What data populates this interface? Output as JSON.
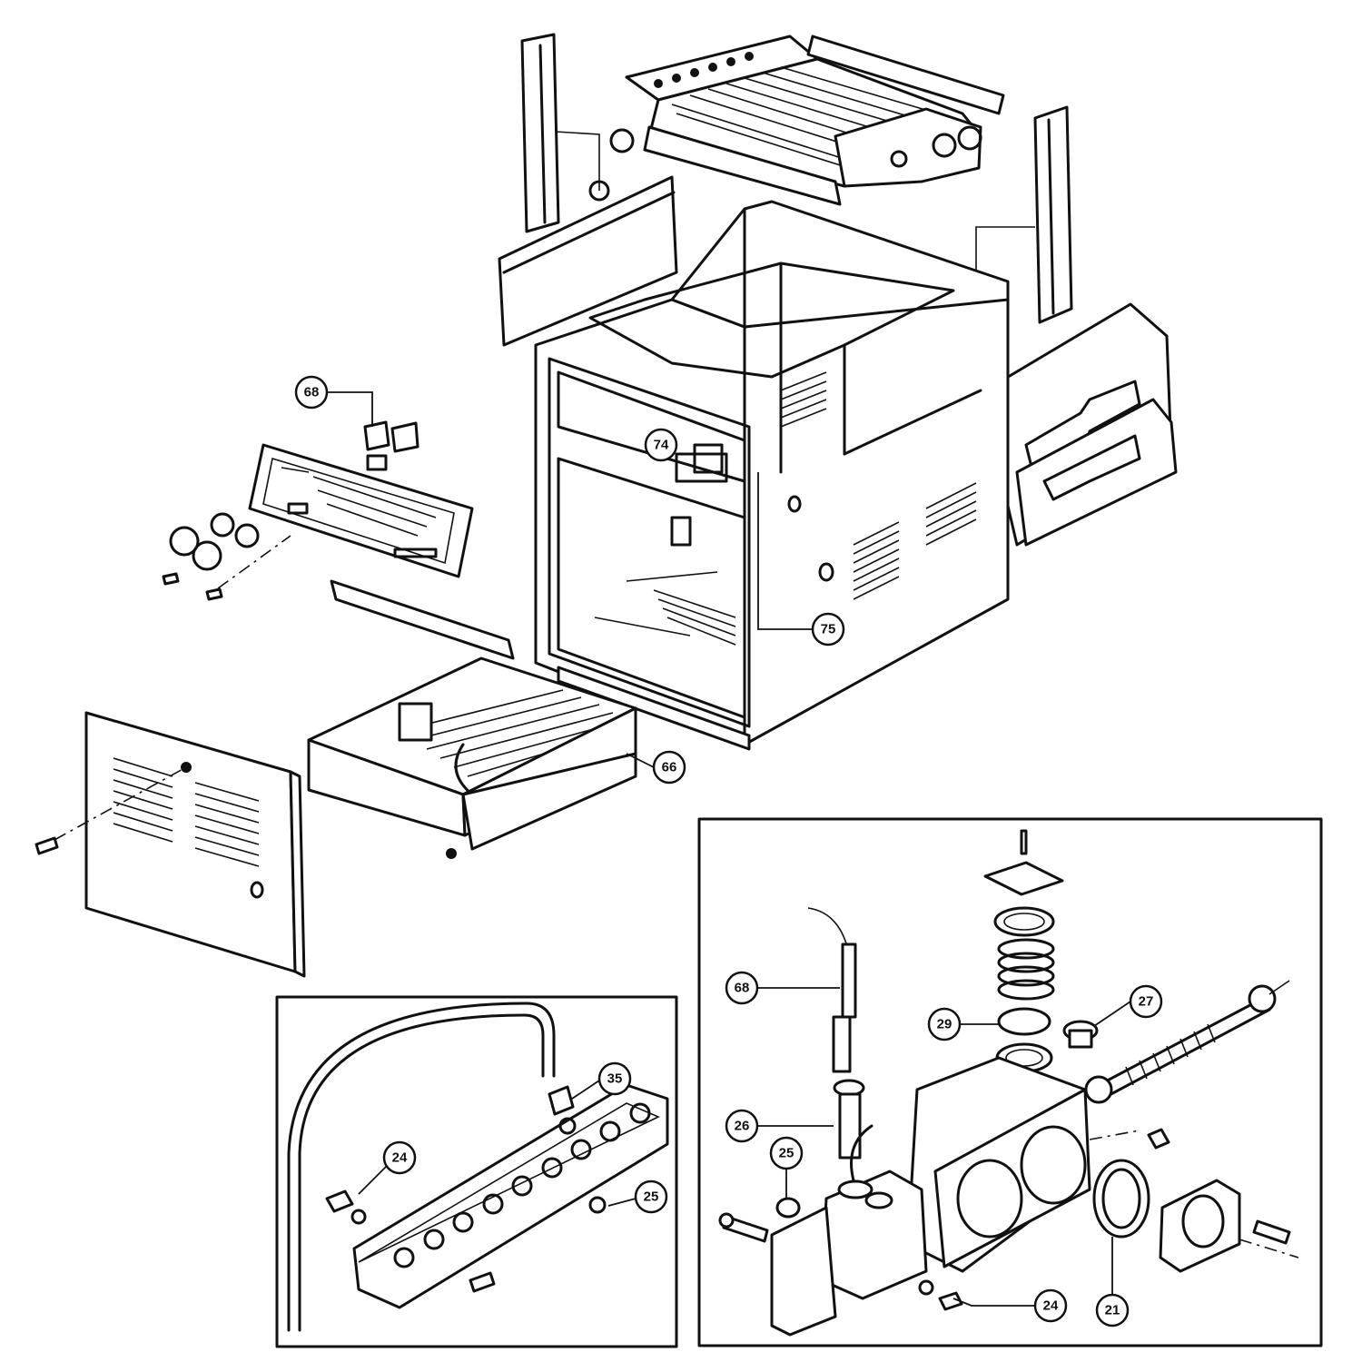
{
  "callouts": {
    "c68_top": "68",
    "c74": "74",
    "c75": "75",
    "c66": "66",
    "c35": "35",
    "c24_left": "24",
    "c25_left": "25",
    "c68_right": "68",
    "c27": "27",
    "c29": "29",
    "c26": "26",
    "c25_right": "25",
    "c24_right": "24",
    "c21": "21"
  },
  "colors": {
    "line": "#111111",
    "background": "#ffffff"
  }
}
